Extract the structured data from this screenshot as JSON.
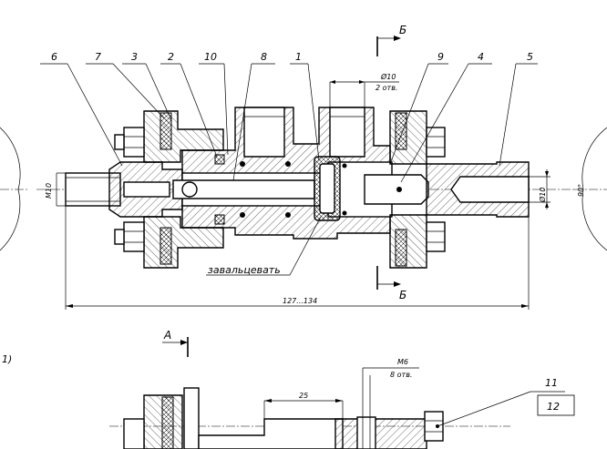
{
  "callouts": [
    {
      "id": "6",
      "text": "6"
    },
    {
      "id": "7",
      "text": "7"
    },
    {
      "id": "3",
      "text": "3"
    },
    {
      "id": "2",
      "text": "2"
    },
    {
      "id": "10",
      "text": "10"
    },
    {
      "id": "8",
      "text": "8"
    },
    {
      "id": "1",
      "text": "1"
    },
    {
      "id": "9",
      "text": "9"
    },
    {
      "id": "4",
      "text": "4"
    },
    {
      "id": "5",
      "text": "5"
    },
    {
      "id": "11",
      "text": "11"
    },
    {
      "id": "12",
      "text": "12"
    }
  ],
  "section_marks": {
    "b_top": "Б",
    "b_bottom": "Б",
    "a": "А"
  },
  "dimensions": {
    "hole_dia": "Ø10",
    "hole_count": "2 отв.",
    "thread_left": "M10",
    "dia_right": "Ø10",
    "angle": "90°",
    "overall_length": "127...134",
    "width_25": "25",
    "thread_m6": "M6",
    "m6_count": "8 отв."
  },
  "notes": {
    "roll": "завальцевать",
    "view_label": "1)"
  }
}
